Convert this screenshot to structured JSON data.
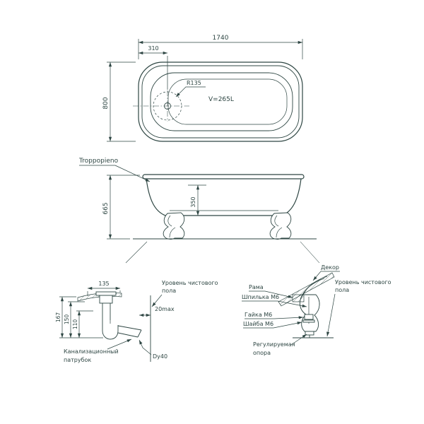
{
  "ink_color": "#2e4643",
  "top_view": {
    "dim_overall_length": "1740",
    "dim_drain_offset": "310",
    "dim_overall_width": "800",
    "radius_label": "R135",
    "volume_label": "V=265L"
  },
  "side_view": {
    "overflow_label": "Troppopieno",
    "dim_overall_height": "665",
    "dim_inner_depth": "350"
  },
  "drain_detail": {
    "dim_offset": "135",
    "dim_height_total": "167",
    "dim_height_flange": "150",
    "dim_height_outlet": "110",
    "dim_gap": "20max",
    "pipe_diameter": "Dy40",
    "floor_level_line1": "Уровень чистового",
    "floor_level_line2": "пола",
    "sewer_line1": "Канализационный",
    "sewer_line2": "патрубок"
  },
  "leg_detail": {
    "decor": "Декор",
    "frame": "Рама",
    "stud": "Шпилька М6",
    "nut": "Гайка М6",
    "washer": "Шайба М6",
    "floor_level_line1": "Уровень чистового",
    "floor_level_line2": "пола",
    "support_line1": "Регулируемая",
    "support_line2": "опора"
  }
}
